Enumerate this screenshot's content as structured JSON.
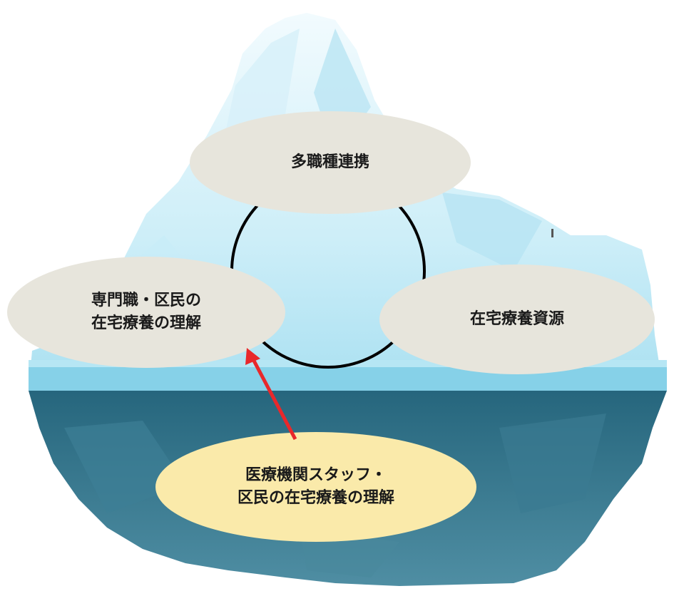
{
  "diagram": {
    "colors": {
      "ice_light": "#e3f6fb",
      "ice_mid": "#9fdcef",
      "ice_band": "#7fcde6",
      "water": "#2f6f86",
      "bubble_top": "#e7e5dc",
      "bubble_bottom": "#faeaaa",
      "arrow": "#e8282b",
      "cycle_ring": "#000000"
    },
    "nodes": {
      "top": {
        "text": "多職種連携"
      },
      "left": {
        "line1": "専門職・区民の",
        "line2": "在宅療養の理解"
      },
      "right": {
        "text": "在宅療養資源"
      },
      "bottom": {
        "line1": "医療機関スタッフ・",
        "line2": "区民の在宅療養の理解"
      }
    },
    "edges": [
      {
        "from": "bottom",
        "to": "left",
        "style": "arrow"
      }
    ]
  }
}
